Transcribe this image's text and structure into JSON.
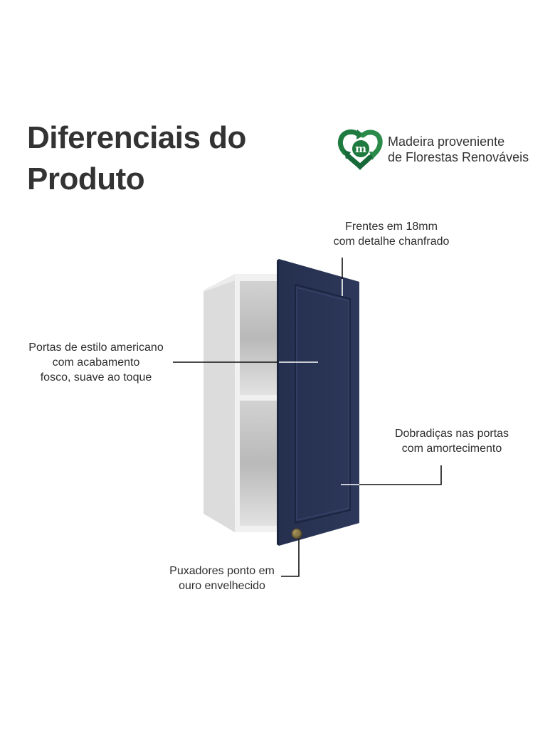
{
  "page": {
    "title_lines": [
      "Diferenciais do",
      "Produto"
    ],
    "background": "#ffffff",
    "text_color": "#333333"
  },
  "badge": {
    "icon": "recycle-heart-m-icon",
    "icon_letter": "m",
    "icon_color": "#1e7a3e",
    "lines": [
      "Madeira proveniente",
      "de Florestas Renováveis"
    ]
  },
  "product": {
    "name": "wall-cabinet-with-blue-door",
    "door_color": "#2a3556",
    "body_color": "#e6e6e6",
    "handle_color": "#7a6a3e"
  },
  "callouts": [
    {
      "id": "fronts",
      "lines": [
        "Frentes em 18mm",
        "com detalhe chanfrado"
      ]
    },
    {
      "id": "doors-style",
      "lines": [
        "Portas de estilo americano",
        "com acabamento",
        "fosco, suave ao toque"
      ]
    },
    {
      "id": "hinges",
      "lines": [
        "Dobradiças nas portas",
        "com amortecimento"
      ]
    },
    {
      "id": "handles",
      "lines": [
        "Puxadores ponto em",
        "ouro envelhecido"
      ]
    }
  ]
}
